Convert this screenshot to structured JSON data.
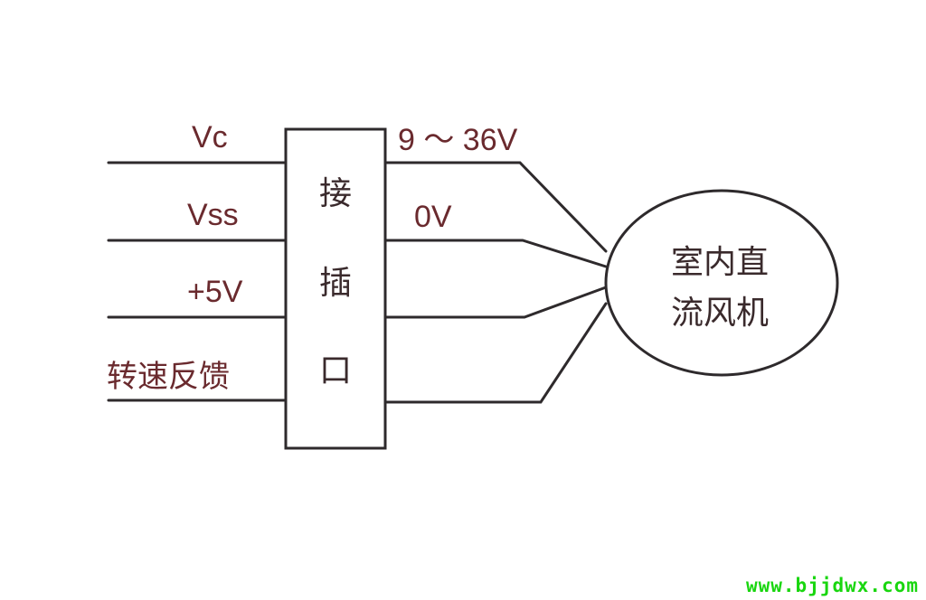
{
  "left_labels": [
    "Vc",
    "Vss",
    "+5V",
    "转速反馈"
  ],
  "connector": {
    "chars": [
      "接",
      "插",
      "口"
    ]
  },
  "right_labels": [
    "9 ～ 36V",
    "0V"
  ],
  "motor": {
    "lines": [
      "室内直",
      "流风机"
    ]
  },
  "watermark": "www.bjjdwx.com",
  "colors": {
    "line": "#2e2a2c",
    "label": "#6a2a2e",
    "watermark": "#19d60f"
  }
}
